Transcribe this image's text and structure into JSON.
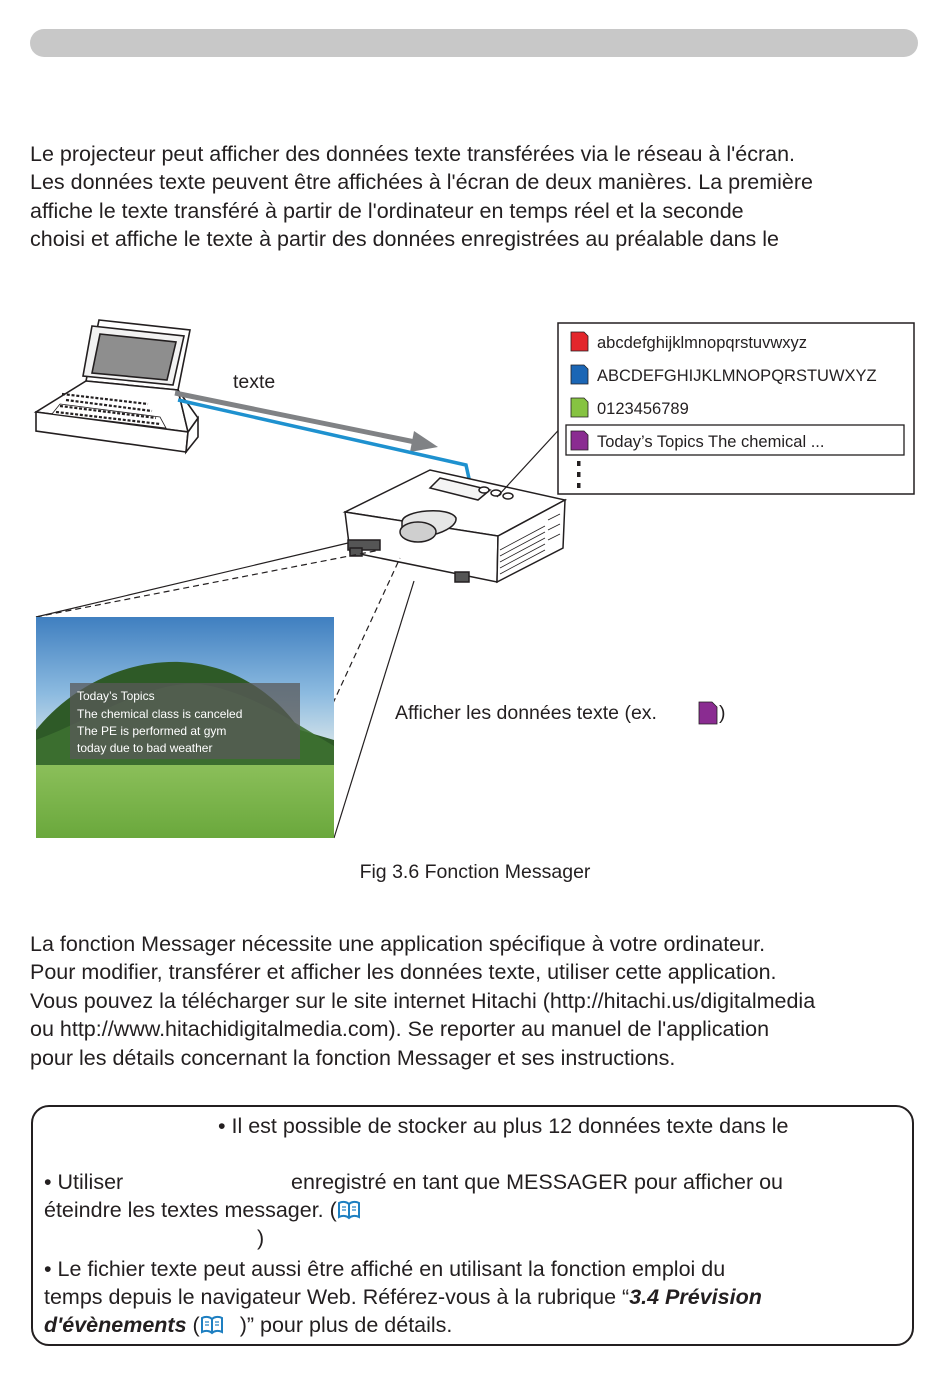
{
  "intro": {
    "lines": [
      "Le projecteur peut afficher des données texte transférées via le réseau à l'écran.",
      "Les données texte peuvent être affichées à l'écran de deux manières. La première",
      "affiche le texte transféré à partir de l'ordinateur en temps réel et la seconde",
      "choisi et affiche le texte à partir des données enregistrées au préalable dans le"
    ]
  },
  "figure": {
    "arrow_label": "texte",
    "list_items": [
      {
        "text": "abcdefghijklmnopqrstuvwxyz",
        "color": "#e3262c"
      },
      {
        "text": "ABCDEFGHIJKLMNOPQRSTUWXYZ",
        "color": "#1b66b5"
      },
      {
        "text": "0123456789",
        "color": "#86c341"
      },
      {
        "text": "Today’s Topics The chemical ...",
        "color": "#8a2c91"
      }
    ],
    "screen_text": [
      "Today’s Topics",
      "The chemical class is canceled",
      "The PE is performed at gym",
      "today due to bad weather"
    ],
    "display_label_prefix": "Afficher les données texte (ex. ",
    "display_label_suffix": ")",
    "caption": "Fig 3.6 Fonction Messager"
  },
  "body": {
    "lines": [
      "La fonction Messager nécessite une application spécifique à votre ordinateur.",
      "Pour modifier, transférer et afficher les données texte, utiliser cette application.",
      "Vous pouvez la télécharger sur le site internet Hitachi (http://hitachi.us/digitalmedia",
      "ou http://www.hitachidigitalmedia.com). Se reporter au manuel de l'application",
      "pour les détails concernant la fonction Messager et ses instructions."
    ]
  },
  "note": {
    "line1": "• Il est possible de stocker au plus 12 données texte dans le",
    "line2_a": "• Utiliser",
    "line2_b": "enregistré en tant que MESSAGER pour afficher ou",
    "line3": "éteindre les textes messager. (",
    "line4": ")",
    "line5": "• Le fichier texte peut aussi être affiché en utilisant la fonction emploi du",
    "line6_a": "temps depuis le navigateur Web. Référez-vous à la rubrique “",
    "line6_b": "3.4 Prévision",
    "line7_a": "d'évènements",
    "line7_b": " (",
    "line7_c": ")” pour plus de détails."
  }
}
